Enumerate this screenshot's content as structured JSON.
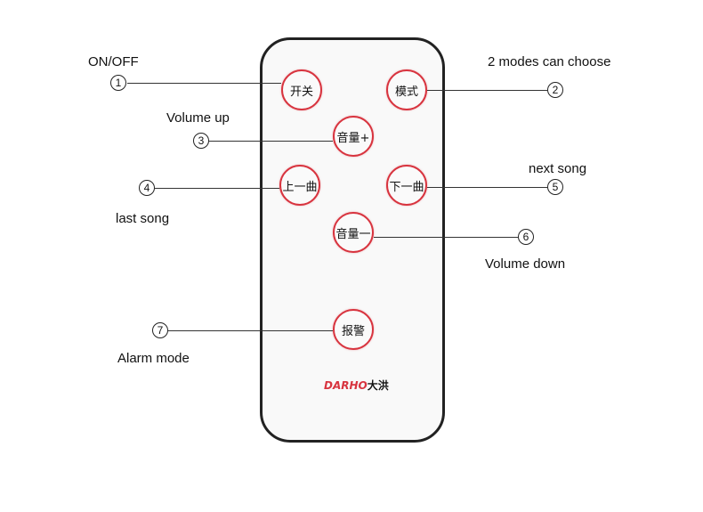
{
  "remote": {
    "buttons": {
      "power": "开关",
      "mode": "模式",
      "vol_up": "音量+",
      "prev": "上一曲",
      "next": "下一曲",
      "vol_down": "音量一",
      "alarm": "报警"
    },
    "brand_latin": "DARHO",
    "brand_cjk": "大洪"
  },
  "callouts": [
    {
      "number": "1",
      "label": "ON/OFF"
    },
    {
      "number": "2",
      "label": "2 modes can choose"
    },
    {
      "number": "3",
      "label": "Volume up"
    },
    {
      "number": "4",
      "label": "last song"
    },
    {
      "number": "5",
      "label": "next song"
    },
    {
      "number": "6",
      "label": "Volume down"
    },
    {
      "number": "7",
      "label": "Alarm mode"
    }
  ],
  "colors": {
    "button_ring": "#d8343f",
    "brand_red": "#d8343f",
    "remote_outline": "#222222"
  }
}
